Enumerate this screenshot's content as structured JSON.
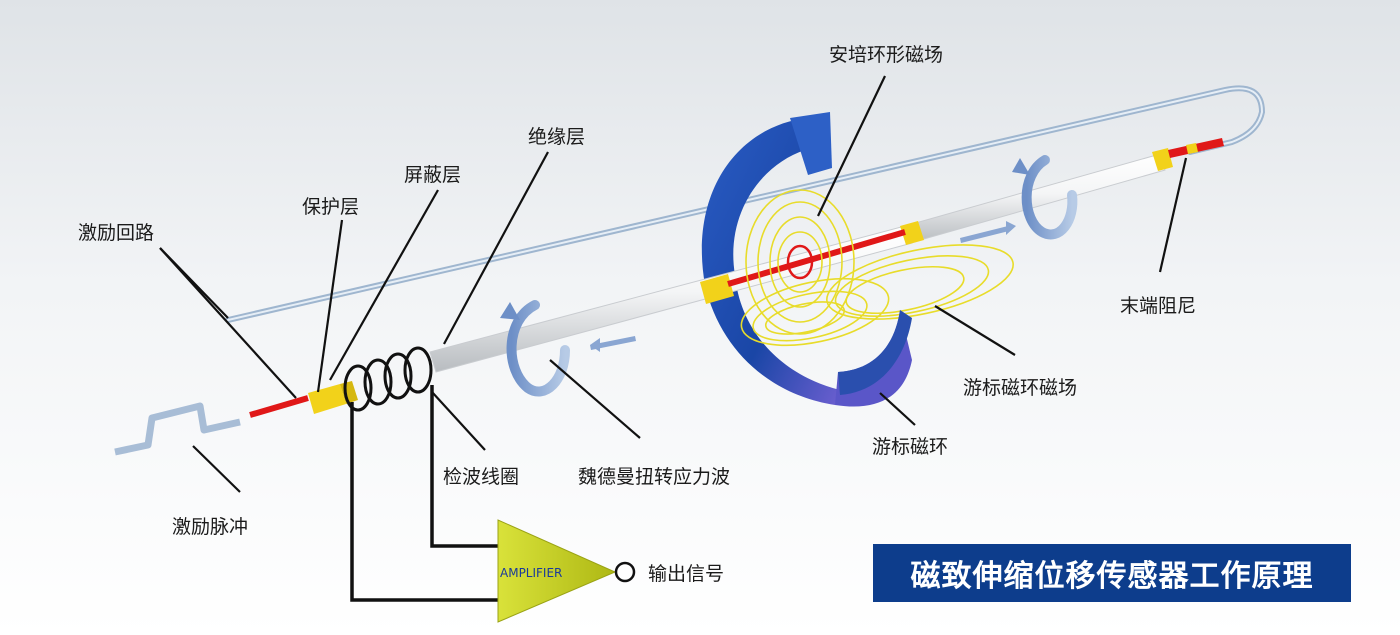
{
  "title": "磁致伸缩位移传感器工作原理",
  "labels": {
    "excitation_loop": "激励回路",
    "protective_layer": "保护层",
    "shield_layer": "屏蔽层",
    "insulation_layer": "绝缘层",
    "ampere_field": "安培环形磁场",
    "end_damper": "末端阻尼",
    "float_magnet_field": "游标磁环磁场",
    "float_magnet": "游标磁环",
    "wiedemann_wave": "魏德曼扭转应力波",
    "pickup_coil": "检波线圈",
    "excitation_pulse": "激励脉冲",
    "output_signal": "输出信号",
    "amplifier": "AMPLIFIER"
  },
  "colors": {
    "title_bg": "#0d3d8c",
    "magnet": "#1f4fb0",
    "wire": "#e01818",
    "sleeve": "#f2d21a",
    "amplifier": "#c8d21e",
    "field_line": "#e8dc2a",
    "loop_wire": "#9fb6cf"
  }
}
